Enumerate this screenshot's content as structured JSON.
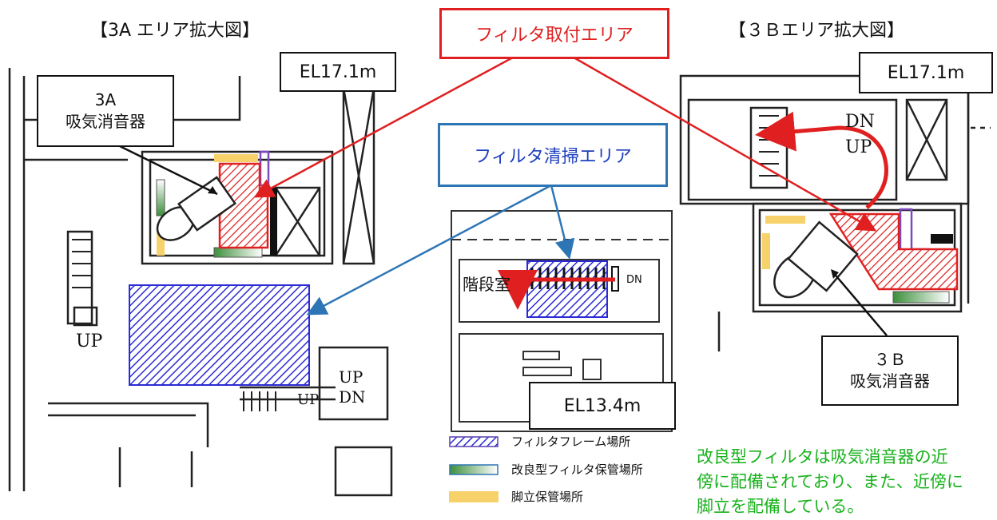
{
  "titles": {
    "area_3a": "【3A エリア拡大図】",
    "area_3b": "【３Ｂエリア拡大図】"
  },
  "callouts": {
    "install_area": "フィルタ取付エリア",
    "cleaning_area": "フィルタ清掃エリア"
  },
  "elevations": {
    "el_3a": "EL17.1m",
    "el_3b": "EL17.1m",
    "el_center": "EL13.4m"
  },
  "silencers": {
    "s3a_line1": "3A",
    "s3a_line2": "吸気消音器",
    "s3b_line1": "３Ｂ",
    "s3b_line2": "吸気消音器"
  },
  "plan_labels": {
    "stair_room": "階段室",
    "dn_center": "DN",
    "up_left": "UP",
    "up_mid": "UP",
    "dn_mid": "DN",
    "up_small": "UP",
    "dn_right": "DN",
    "up_right": "UP"
  },
  "legend": [
    {
      "label": "フィルタフレーム場所",
      "style": "hatch-blue"
    },
    {
      "label": "改良型フィルタ保管場所",
      "style": "gradient-green"
    },
    {
      "label": "脚立保管場所",
      "style": "solid-yellow"
    }
  ],
  "note": {
    "line1": "改良型フィルタは吸気消音器の近",
    "line2": "傍に配備されており、また、近傍に",
    "line3": "脚立を配備している。"
  },
  "colors": {
    "red": "#e02020",
    "blue": "#2e75b6",
    "hatch_blue": "#2b2bd6",
    "green_text": "#18b21c",
    "green_storage": "#3c8f3c",
    "yellow": "#f7d26b",
    "purple": "#7d4bbf"
  }
}
